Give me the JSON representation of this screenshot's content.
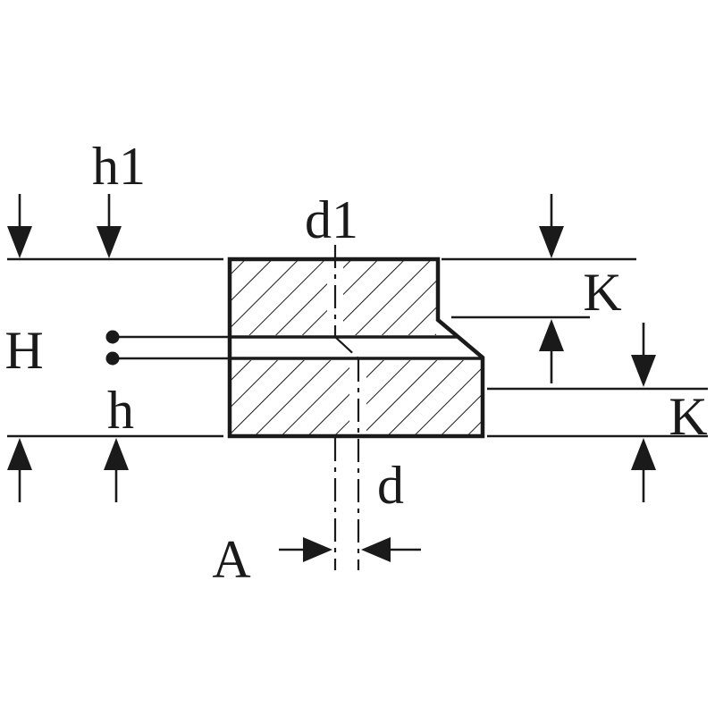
{
  "diagram": {
    "background_color": "#ffffff",
    "line_color": "#1a1a1a",
    "labels": {
      "h1": "h1",
      "d1": "d1",
      "k_top": "K",
      "H": "H",
      "h": "h",
      "k_bottom": "K",
      "d": "d",
      "A": "A"
    }
  }
}
